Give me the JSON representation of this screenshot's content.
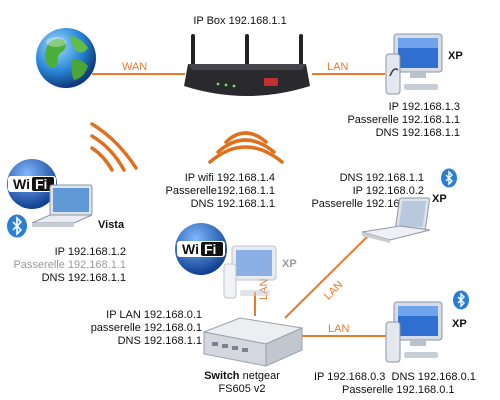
{
  "colors": {
    "link": "#e87a2a",
    "text": "#111111",
    "faded_text": "#9a9a9a",
    "wifi_blue": "#1a5fb4",
    "bluetooth_blue": "#2a7fd4"
  },
  "icons": [
    "globe-icon",
    "router-icon",
    "desktop-pc-icon",
    "laptop-icon",
    "wifi-badge-icon",
    "bluetooth-icon",
    "switch-icon",
    "wireless-waves-icon"
  ],
  "links": {
    "wan": "WAN",
    "lan_box_xp": "LAN",
    "lan_switch_pc": "LAN",
    "lan_switch_xp_faded": "LAN",
    "lan_switch_laptop": "LAN"
  },
  "ip_box": {
    "label": "IP Box 192.168.1.1"
  },
  "xp_top": {
    "os": "XP",
    "lines": [
      "IP 192.168.1.3",
      "Passerelle 192.168.1.1",
      "DNS 192.168.1.1"
    ]
  },
  "wifi_router_info": {
    "lines": [
      "IP wifi 192.168.1.4",
      "Passerelle192.168.1.1",
      "DNS 192.168.1.1"
    ]
  },
  "vista": {
    "os": "Vista",
    "lines": [
      "IP 192.168.1.2",
      "Passerelle 192.168.1.1",
      "DNS 192.168.1.1"
    ]
  },
  "laptop_right": {
    "os": "XP",
    "lines": [
      "DNS 192.168.1.1",
      "IP 192.168.0.2",
      "Passerelle 192.168.0.1"
    ]
  },
  "xp_faded": {
    "os": "XP"
  },
  "switch_info": {
    "lines": [
      "IP LAN 192.168.0.1",
      "passerelle 192.168.0.1",
      "DNS 192.168.1.1"
    ]
  },
  "switch": {
    "name_bold": "Switch",
    "name_rest": " netgear",
    "model": "FS605 v2"
  },
  "xp_bottom": {
    "os": "XP",
    "line1_ip": "IP 192.168.0.3",
    "line1_dns": "DNS 192.168.0.1",
    "line2": "Passerelle 192.168.0.1"
  },
  "wifi_badge_text": {
    "wi": "Wi",
    "fi": "Fi"
  }
}
